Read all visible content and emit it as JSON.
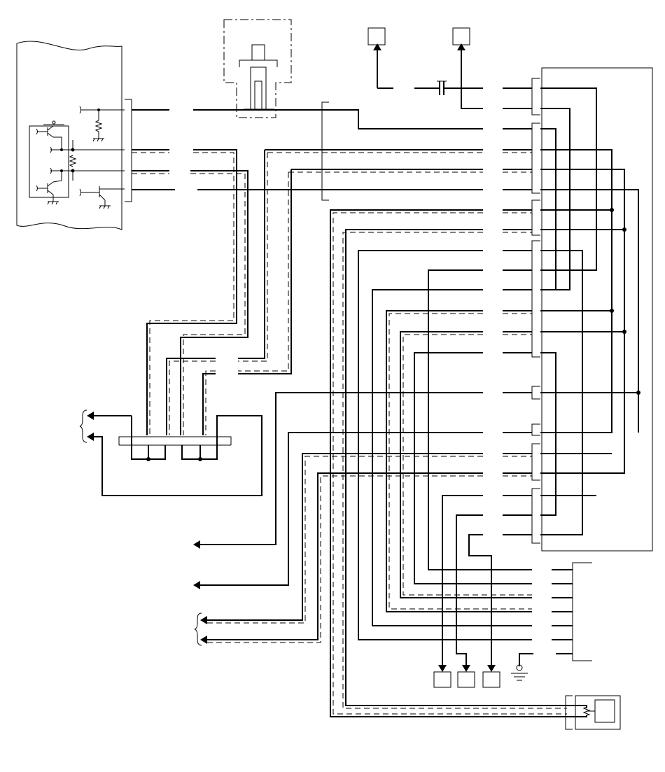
{
  "diagram": {
    "kind": "wiring-schematic",
    "texts": []
  },
  "colors": {
    "line": "#000000",
    "background": "#ffffff"
  },
  "icons": [
    "control-module-outline",
    "transistor-icon",
    "resistor-icon",
    "ground-icon",
    "connector-icon",
    "shielded-wire",
    "sensor-icon",
    "arrow-icon"
  ]
}
